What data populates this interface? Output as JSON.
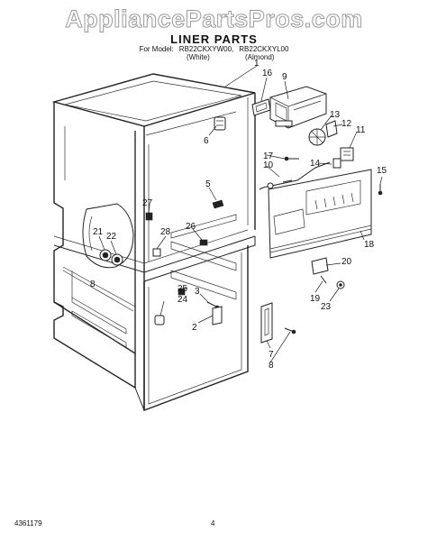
{
  "watermark": "AppliancePartsPros.com",
  "title": "LINER PARTS",
  "models": {
    "prefix": "For Model:",
    "white_model": "RB22CKXYW00,",
    "almond_model": "RB22CKXYL00",
    "white_label": "(White)",
    "almond_label": "(Almond)"
  },
  "callouts": [
    "1",
    "16",
    "9",
    "13",
    "12",
    "11",
    "6",
    "17",
    "10",
    "14",
    "15",
    "5",
    "27",
    "26",
    "21",
    "22",
    "28",
    "8",
    "20",
    "25",
    "24",
    "3",
    "2",
    "19",
    "23",
    "7",
    "18"
  ],
  "footer": {
    "doc_number": "4361179",
    "page_number": "4"
  }
}
